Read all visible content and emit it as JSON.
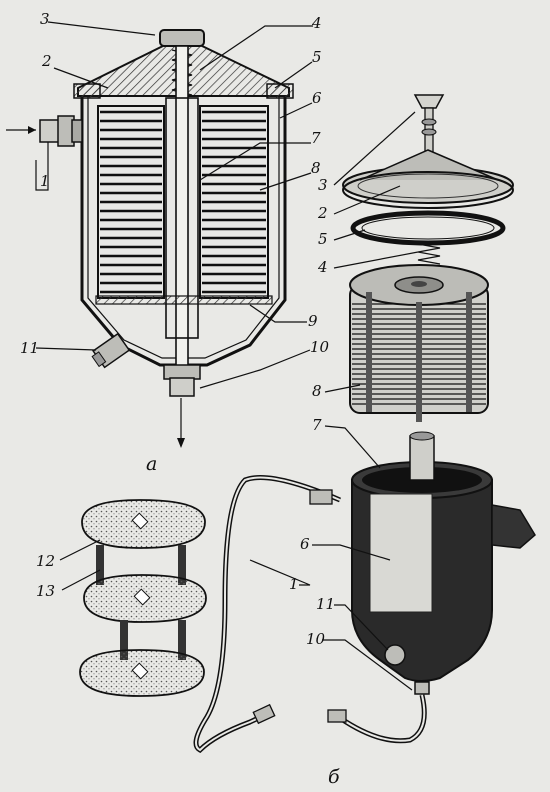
{
  "figure": {
    "view_a_label": "а",
    "view_b_label": "б",
    "callouts_a": [
      "3",
      "4",
      "2",
      "5",
      "6",
      "7",
      "8",
      "1",
      "9",
      "11",
      "10"
    ],
    "callouts_b": [
      "3",
      "2",
      "5",
      "4",
      "8",
      "7",
      "6",
      "1",
      "11",
      "10",
      "12",
      "13"
    ],
    "colors": {
      "background": "#e9e9e6",
      "ink": "#111111",
      "dark_body": "#2a2a2a"
    }
  }
}
